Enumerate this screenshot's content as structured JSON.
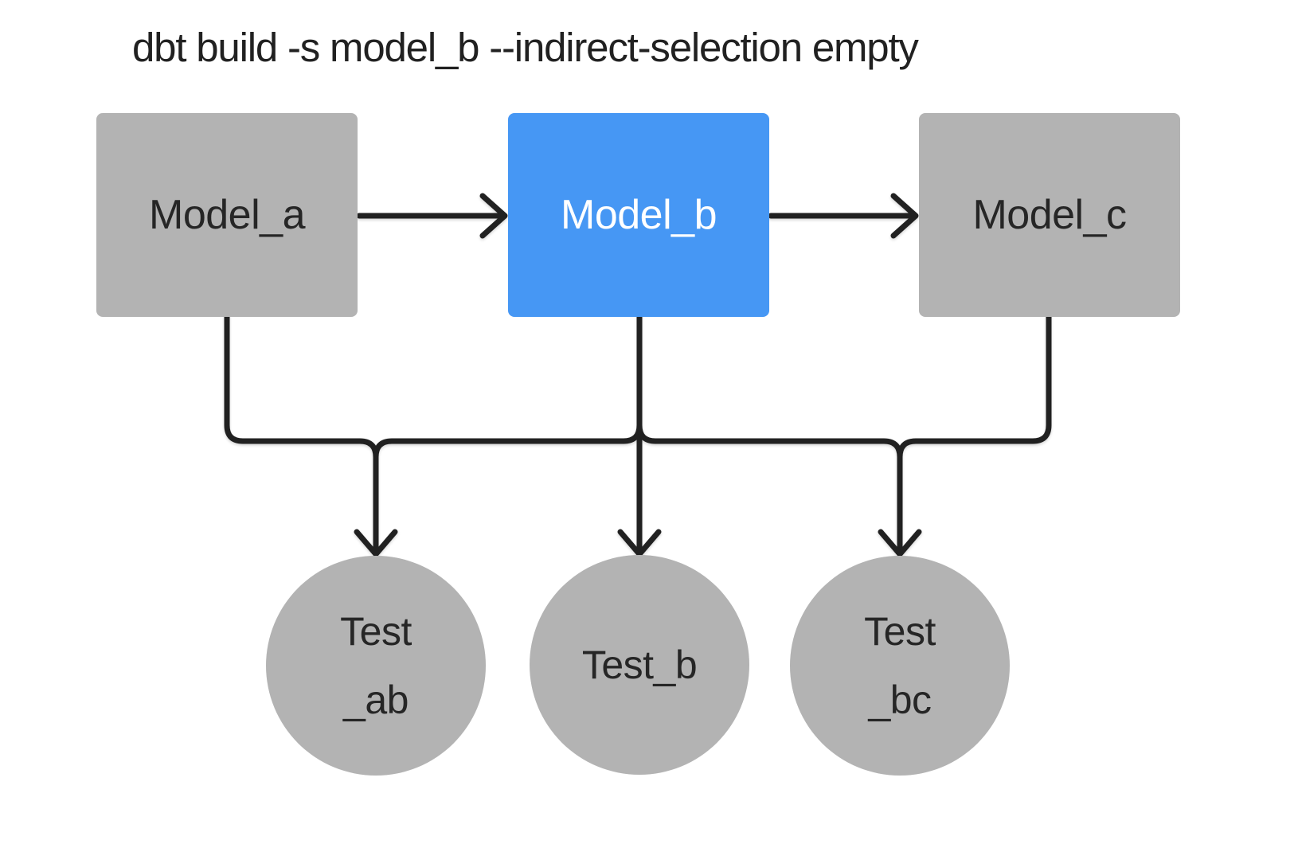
{
  "title": "dbt build -s model_b --indirect-selection empty",
  "colors": {
    "background": "#ffffff",
    "node_gray": "#b3b3b3",
    "node_selected": "#4697f4",
    "edge": "#212121",
    "text_dark": "#262626",
    "text_light": "#ffffff"
  },
  "models": [
    {
      "id": "model_a",
      "label": "Model_a",
      "selected": false
    },
    {
      "id": "model_b",
      "label": "Model_b",
      "selected": true
    },
    {
      "id": "model_c",
      "label": "Model_c",
      "selected": false
    }
  ],
  "tests": [
    {
      "id": "test_ab",
      "lines": [
        "Test",
        "_ab"
      ]
    },
    {
      "id": "test_b",
      "lines": [
        "Test_b"
      ]
    },
    {
      "id": "test_bc",
      "lines": [
        "Test",
        "_bc"
      ]
    }
  ],
  "edges": [
    {
      "from": "model_a",
      "to": "model_b"
    },
    {
      "from": "model_b",
      "to": "model_c"
    },
    {
      "from": "model_a",
      "to": "test_ab"
    },
    {
      "from": "model_b",
      "to": "test_ab"
    },
    {
      "from": "model_b",
      "to": "test_b"
    },
    {
      "from": "model_b",
      "to": "test_bc"
    },
    {
      "from": "model_c",
      "to": "test_bc"
    }
  ]
}
